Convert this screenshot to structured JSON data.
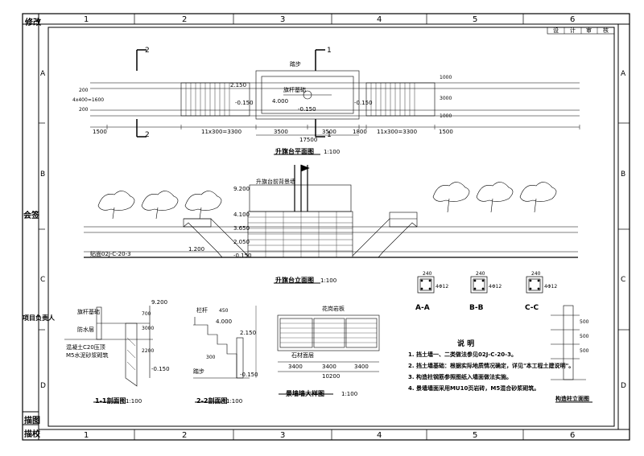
{
  "left_strip": {
    "revise_top": "修改",
    "countersign": "会签",
    "project_lead": "项目负责人",
    "drawing": "描图",
    "proofread": "描校"
  },
  "grid": {
    "columns": [
      "1",
      "2",
      "3",
      "4",
      "5",
      "6"
    ],
    "rows": [
      "A",
      "B",
      "C",
      "D"
    ]
  },
  "stamp_cells": [
    "设",
    "计",
    "审",
    "核"
  ],
  "plan": {
    "title": "升旗台平面图",
    "scale": "1:100",
    "section_marks": [
      "2",
      "1",
      "2",
      "1"
    ],
    "top_label": "踏步",
    "flagpole_label": "旗杆基础",
    "elevations": [
      "-0.150",
      "-0.150",
      "4.000",
      "2.150",
      "-0.150"
    ],
    "dims": [
      "1500",
      "11x300=3300",
      "3500",
      "3500",
      "1800",
      "11x300=3300",
      "1500"
    ],
    "total": "17500",
    "side_dims_left": [
      "200",
      "4x400=1600",
      "200"
    ],
    "side_dims_right": [
      "1000",
      "3000",
      "1000"
    ]
  },
  "elevation": {
    "title": "升旗台立面图",
    "scale": "1:100",
    "levels": [
      "9.200",
      "4.100",
      "3.650",
      "2.050",
      "-0.150",
      "1.200"
    ],
    "label_top": "升旗台前背景墙",
    "label_left": "贴面02J-C-20-3"
  },
  "section11": {
    "title": "1-1剖面图",
    "scale": "1:100",
    "labels": [
      "旗杆基础",
      "防水层",
      "混凝土C20压顶",
      "M5水泥砂浆砌筑",
      "9.200",
      "-0.150",
      "700",
      "3000",
      "2200"
    ]
  },
  "section22": {
    "title": "2-2剖面图",
    "scale": "1:100",
    "labels": [
      "栏杆",
      "4.000",
      "2.150",
      "-0.150",
      "踏步",
      "450",
      "300"
    ]
  },
  "wall": {
    "title": "景墙墙大样图",
    "scale": "1:100",
    "labels": [
      "花岗岩板",
      "石材面层",
      "3400",
      "3400",
      "3400",
      "10200"
    ]
  },
  "details": {
    "aa": "A-A",
    "bb": "B-B",
    "cc": "C-C",
    "dim_labels": [
      "240",
      "240",
      "240",
      "4Φ12",
      "4Φ12",
      "4Φ12"
    ]
  },
  "column_elev": {
    "title": "构造柱立面图",
    "labels": [
      "500",
      "500",
      "500"
    ]
  },
  "notes": {
    "heading": "说 明",
    "items": [
      "1. 挡土墙一、二类做法参见02J-C-20-3。",
      "2. 挡土墙基础：根据实际地质情况确定，详见\"本工程土建说明\"。",
      "3. 构造柱钢筋参照图纸入墙面做法实施。",
      "4. 景墙墙面采用MU10页岩砖，M5混合砂浆砌筑。"
    ]
  }
}
